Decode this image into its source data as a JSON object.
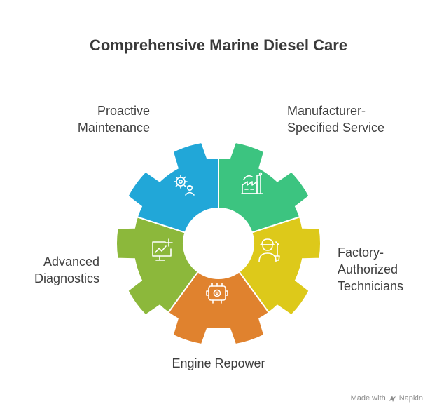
{
  "title": "Comprehensive Marine Diesel Care",
  "segments": [
    {
      "id": "manufacturer",
      "lines": [
        "Manufacturer-",
        "Specified Service"
      ],
      "color": "#3cc480",
      "icon": "factory-icon"
    },
    {
      "id": "factory",
      "lines": [
        "Factory-",
        "Authorized",
        "Technicians"
      ],
      "color": "#ddc91a",
      "icon": "technician-icon"
    },
    {
      "id": "engine",
      "lines": [
        "Engine Repower"
      ],
      "color": "#e0822e",
      "icon": "engine-icon"
    },
    {
      "id": "advanced",
      "lines": [
        "Advanced",
        "Diagnostics"
      ],
      "color": "#8cb83b",
      "icon": "diagnostics-monitor-icon"
    },
    {
      "id": "proactive",
      "lines": [
        "Proactive",
        "Maintenance"
      ],
      "color": "#21a7d8",
      "icon": "maintenance-gear-worker-icon"
    }
  ],
  "footer": {
    "prefix": "Made with",
    "brand": "Napkin"
  }
}
